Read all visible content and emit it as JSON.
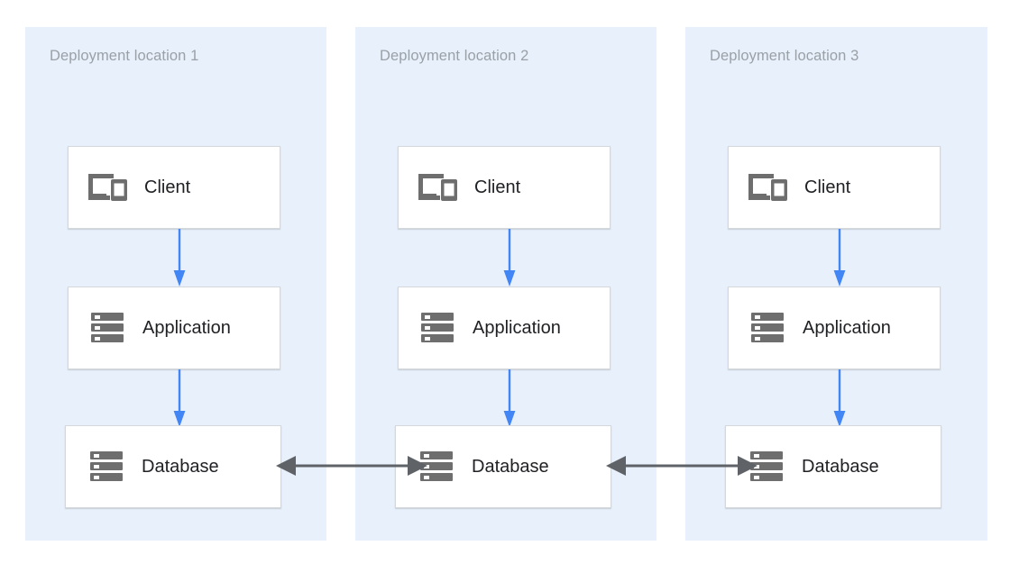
{
  "diagram": {
    "title_prefix": "Deployment location",
    "panels": [
      {
        "title": "Deployment location 1",
        "nodes": [
          {
            "label": "Client",
            "icon": "devices-icon"
          },
          {
            "label": "Application",
            "icon": "server-stack-icon"
          },
          {
            "label": "Database",
            "icon": "server-stack-icon"
          }
        ]
      },
      {
        "title": "Deployment location 2",
        "nodes": [
          {
            "label": "Client",
            "icon": "devices-icon"
          },
          {
            "label": "Application",
            "icon": "server-stack-icon"
          },
          {
            "label": "Database",
            "icon": "server-stack-icon"
          }
        ]
      },
      {
        "title": "Deployment location 3",
        "nodes": [
          {
            "label": "Client",
            "icon": "devices-icon"
          },
          {
            "label": "Application",
            "icon": "server-stack-icon"
          },
          {
            "label": "Database",
            "icon": "server-stack-icon"
          }
        ]
      }
    ],
    "connectors": {
      "vertical": {
        "icon": "down-arrow-icon",
        "direction": "down",
        "count_per_panel": 2
      },
      "horizontal": {
        "icon": "double-arrow-icon",
        "direction": "bidirectional",
        "count": 2
      }
    }
  },
  "colors": {
    "panel_background": "#e8f0fb",
    "page_background": "#ffffff",
    "node_background": "#ffffff",
    "node_border": "#d4d7dc",
    "panel_title_text": "#9aa0a6",
    "node_label_text": "#202124",
    "icon_gray": "#6e6e6e",
    "vertical_arrow_blue": "#4285f4",
    "horizontal_arrow_gray": "#5f6368"
  }
}
